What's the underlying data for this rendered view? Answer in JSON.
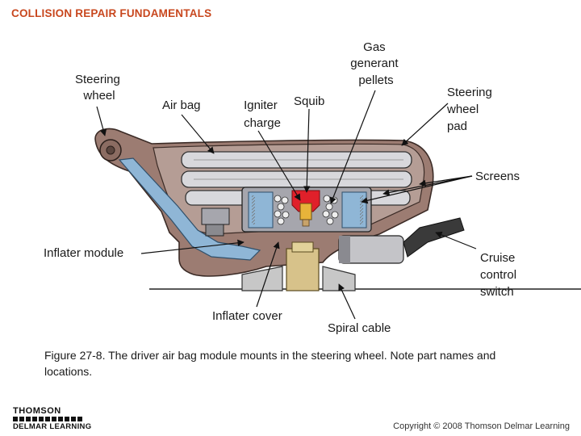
{
  "header": {
    "title": "COLLISION REPAIR FUNDAMENTALS"
  },
  "labels": {
    "steering_wheel": [
      "Steering",
      "wheel"
    ],
    "air_bag": "Air bag",
    "igniter_charge": [
      "Igniter",
      "charge"
    ],
    "squib": "Squib",
    "gas_generant_pellets": [
      "Gas",
      "generant",
      "pellets"
    ],
    "steering_wheel_pad": [
      "Steering",
      "wheel",
      "pad"
    ],
    "screens": "Screens",
    "inflater_module": "Inflater module",
    "cruise_control_switch": [
      "Cruise",
      "control",
      "switch"
    ],
    "inflater_cover": "Inflater cover",
    "spiral_cable": "Spiral cable"
  },
  "caption": "Figure 27-8.  The driver air bag module mounts in the steering wheel.  Note part names and locations.",
  "publisher": {
    "line1": "THOMSON",
    "line2": "DELMAR LEARNING"
  },
  "copyright": "Copyright © 2008 Thomson Delmar Learning",
  "colors": {
    "header": "#c8471e",
    "housing": "#9c7c72",
    "airbag_fill": "#d8d8dc",
    "inflater_blue": "#8fb6d6",
    "squib_red": "#e0202a",
    "cover_gray": "#c7c7c7",
    "switch_dark": "#3a3a3a"
  }
}
